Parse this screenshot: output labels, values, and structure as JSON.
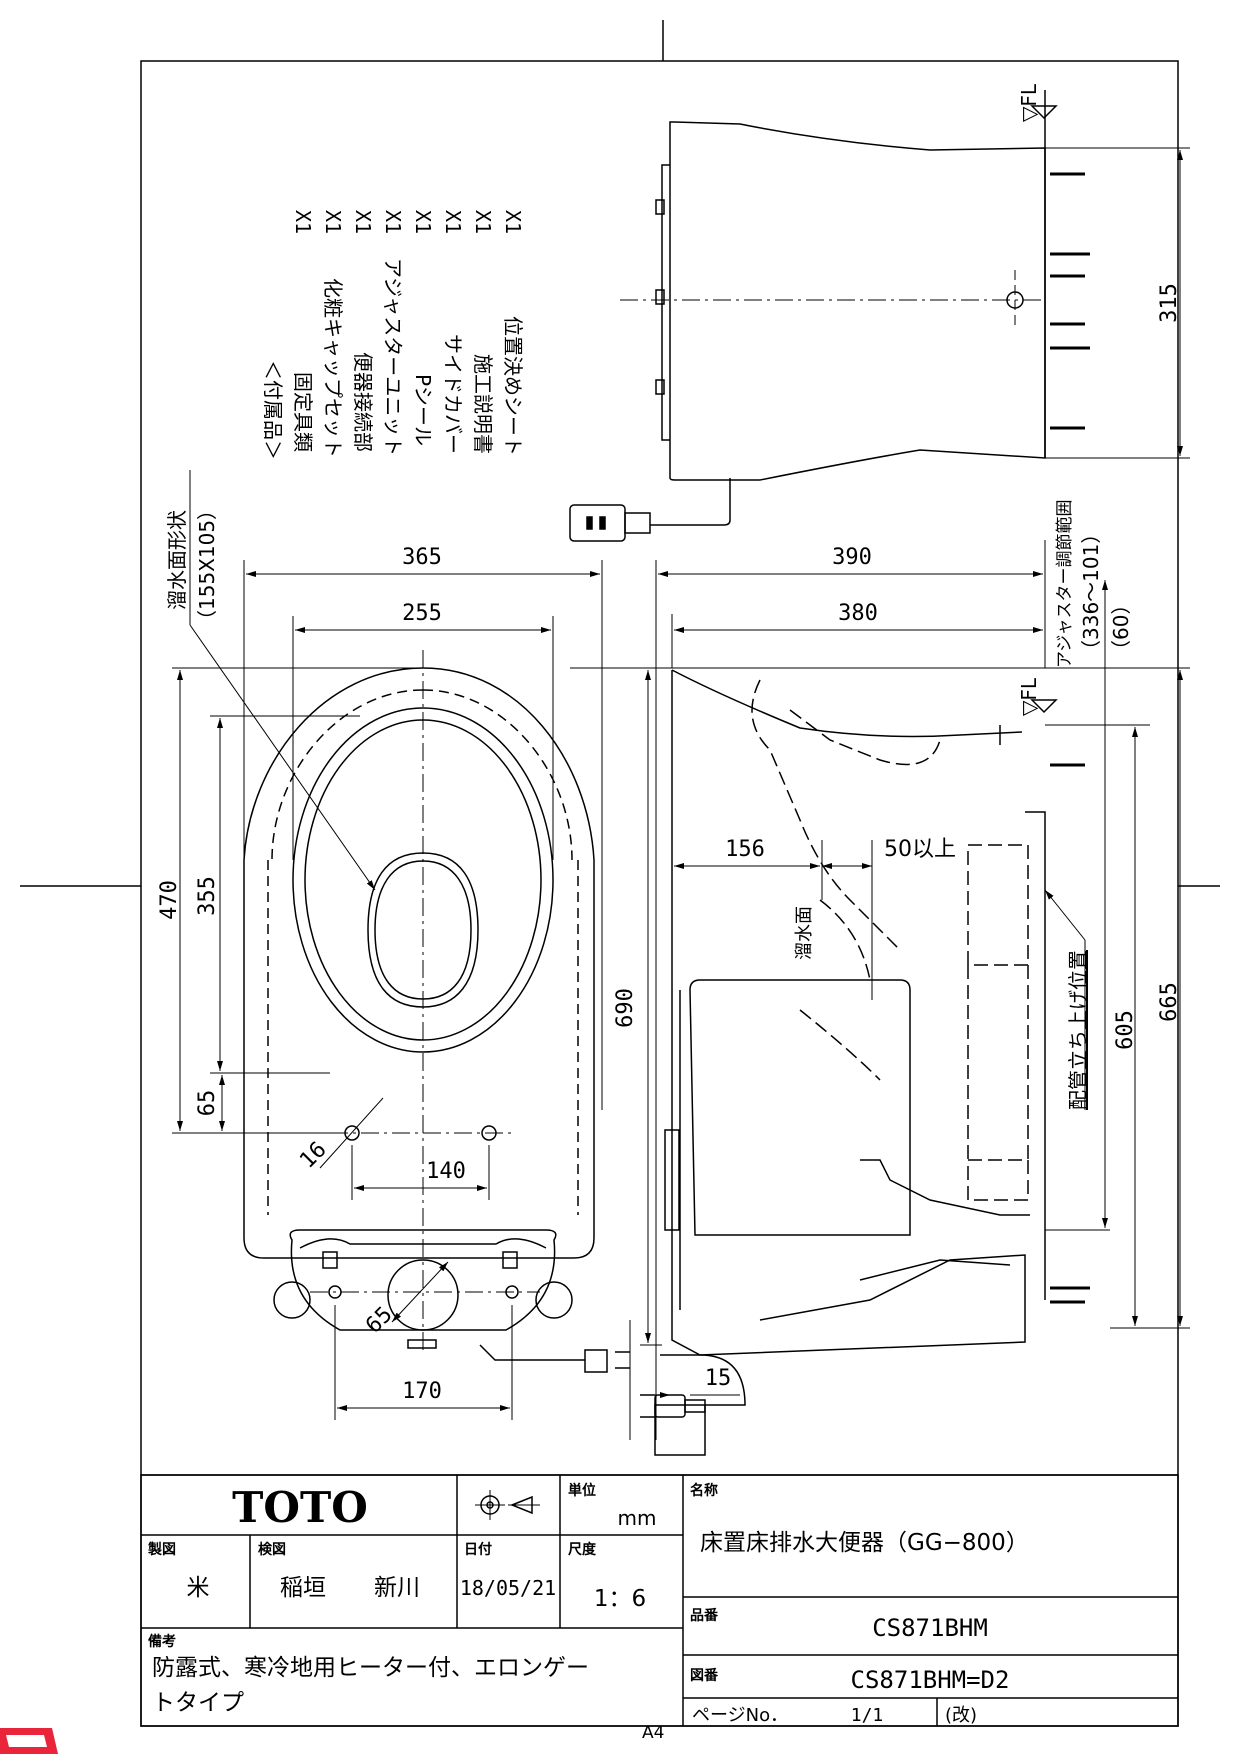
{
  "accessories": {
    "header": "＜付属品＞",
    "items": [
      {
        "name": "固定具類",
        "qty": "X1"
      },
      {
        "name": "化粧キャップセット",
        "qty": "X1"
      },
      {
        "name": "便器接続部",
        "qty": "X1"
      },
      {
        "name": "アジャスターユニット",
        "qty": "X1"
      },
      {
        "name": "Pシール",
        "qty": "X1"
      },
      {
        "name": "サイドカバー",
        "qty": "X1"
      },
      {
        "name": "施工説明書",
        "qty": "X1"
      },
      {
        "name": "位置決めシート",
        "qty": "X1"
      }
    ]
  },
  "labels": {
    "water_surface_shape": "溜水面形状",
    "water_surface_size": "（155X105）",
    "water_surface": "溜水面",
    "adjuster_range": "アジャスター調節範囲",
    "adjuster_values": "（336〜101）",
    "adjuster_60": "（60）",
    "piping_position": "配管立ち上げ位置",
    "fl": "▽FL",
    "fl2": "▽FL",
    "above50": "50以上"
  },
  "dims": {
    "d365": "365",
    "d255": "255",
    "d470": "470",
    "d355": "355",
    "d65a": "65",
    "d16": "16",
    "d140": "140",
    "d65b": "65",
    "d170": "170",
    "d690": "690",
    "d390": "390",
    "d380": "380",
    "d156": "156",
    "d15": "15",
    "d605": "605",
    "d665": "665",
    "d315": "315"
  },
  "title_block": {
    "brand": "TOTO",
    "unit_label": "単位",
    "unit": "mm",
    "name_label": "名称",
    "name": "床置床排水大便器（GG−800）",
    "drawn_label": "製図",
    "drawn": "米",
    "checked_label": "検図",
    "checked1": "稲垣",
    "checked2": "新川",
    "date_label": "日付",
    "date": "18/05/21",
    "scale_label": "尺度",
    "scale": "1：6",
    "product_no_label": "品番",
    "product_no": "CS871BHM",
    "drawing_no_label": "図番",
    "drawing_no": "CS871BHM=D2",
    "remarks_label": "備考",
    "remarks_line1": "防露式、寒冷地用ヒーター付、エロンゲー",
    "remarks_line2": "トタイプ",
    "paper": "A4",
    "page_label": "ページNo．",
    "page": "1/1",
    "revision": "(改)"
  }
}
